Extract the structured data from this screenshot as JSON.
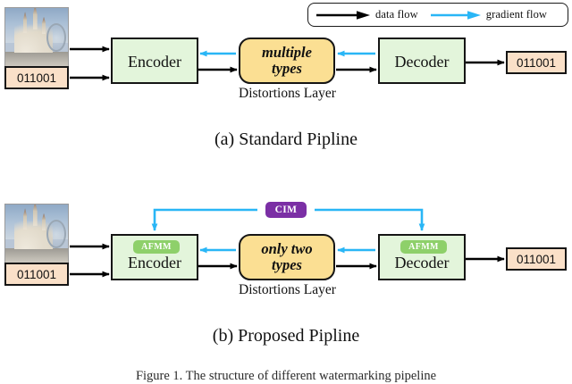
{
  "legend": {
    "items": [
      {
        "label": "data flow",
        "color": "#000000",
        "icon": "black-arrow-icon"
      },
      {
        "label": "gradient flow",
        "color": "#29b6f6",
        "icon": "cyan-arrow-icon"
      }
    ]
  },
  "colors": {
    "process_fill": "#e3f5db",
    "distortion_fill": "#fbdf93",
    "bits_fill": "#fae0c8",
    "data_flow": "#000000",
    "gradient_flow": "#29b6f6",
    "afmm_badge": "#8ed06a",
    "cim_badge": "#7b2fa5",
    "border": "#151515"
  },
  "panel_a": {
    "caption": "(a) Standard Pipline",
    "encoder": {
      "label": "Encoder"
    },
    "decoder": {
      "label": "Decoder"
    },
    "distortion": {
      "line1": "multiple",
      "line2": "types",
      "caption": "Distortions Layer"
    },
    "input_bits": {
      "value": "011001"
    },
    "output_bits": {
      "value": "011001"
    },
    "input_image": {
      "alt": "cover image thumbnail"
    }
  },
  "panel_b": {
    "caption": "(b) Proposed Pipline",
    "encoder": {
      "label": "Encoder",
      "badge": "AFMM"
    },
    "decoder": {
      "label": "Decoder",
      "badge": "AFMM"
    },
    "distortion": {
      "line1": "only two",
      "line2": "types",
      "caption": "Distortions Layer"
    },
    "module": {
      "label": "CIM"
    },
    "input_bits": {
      "value": "011001"
    },
    "output_bits": {
      "value": "011001"
    },
    "input_image": {
      "alt": "cover image thumbnail"
    }
  },
  "figure_caption": "Figure 1. The structure of different watermarking pipeline"
}
